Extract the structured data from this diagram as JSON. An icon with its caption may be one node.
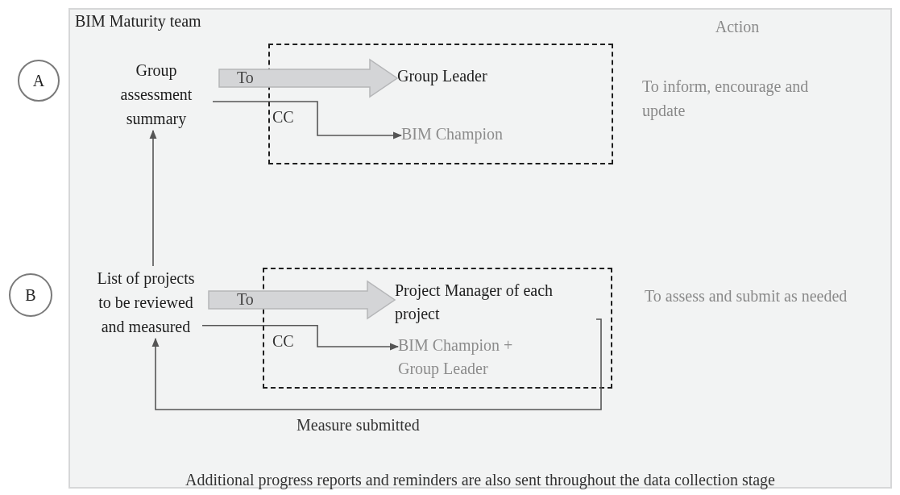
{
  "diagram": {
    "nodes": [
      {
        "text": [
          "BIM Maturity team"
        ]
      },
      {
        "text": [
          "A"
        ]
      },
      {
        "text": [
          "Group assessment summary"
        ],
        "in": 0
      },
      {
        "text": [],
        "shape": "box",
        "in": 0
      },
      {
        "text": [
          "Group Leader"
        ],
        "in": 3
      },
      {
        "text": [
          "BIM Champion"
        ],
        "in": 3
      },
      {
        "text": [
          "B"
        ]
      },
      {
        "text": [
          "List of projects to be reviewed and measured"
        ],
        "in": 0
      },
      {
        "text": [],
        "shape": "box",
        "in": 0
      },
      {
        "text": [
          "Project Manager of each project"
        ],
        "in": 8
      },
      {
        "text": [
          "BIM Champion + Group Leader"
        ],
        "in": 8
      }
    ],
    "edges": [
      {
        "from": 2,
        "to": 4,
        "arrow": "to",
        "label": "To",
        "style": "thick",
        "color": "#d4d5d7"
      },
      {
        "from": 2,
        "to": 5,
        "arrow": "to",
        "label": "CC"
      },
      {
        "from": 7,
        "to": 2,
        "arrow": "to"
      },
      {
        "from": 7,
        "to": 9,
        "arrow": "to",
        "label": "To",
        "style": "thick",
        "color": "#d4d5d7"
      },
      {
        "from": 7,
        "to": 10,
        "arrow": "to",
        "label": "CC"
      },
      {
        "from": 9,
        "to": 7,
        "arrow": "to",
        "label": "Measure submitted"
      }
    ],
    "labels": [
      "Action",
      "To inform, encourage and update",
      "To assess and submit as needed",
      "Additional progress reports and reminders are also sent throughout the data collection stage"
    ]
  }
}
